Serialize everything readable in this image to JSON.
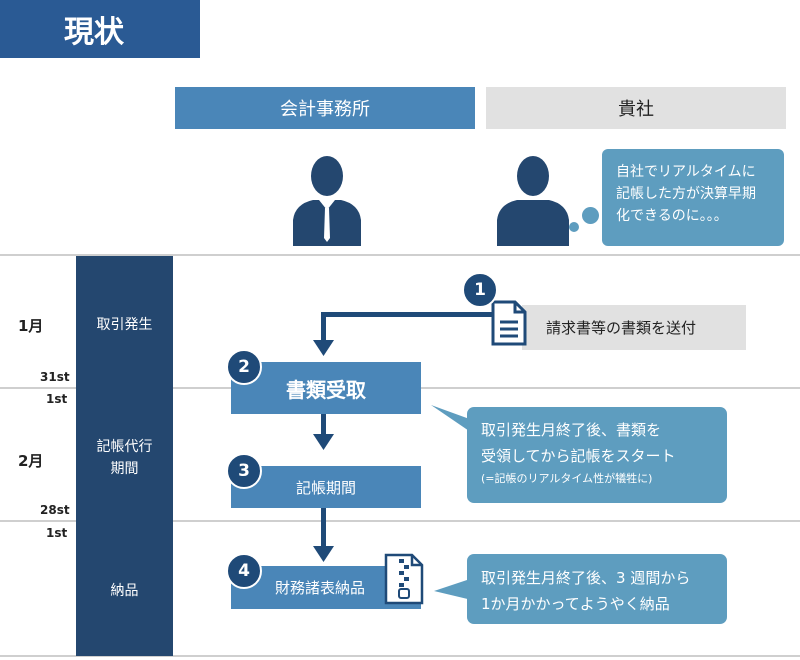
{
  "title": "現状",
  "columns": {
    "firm": "会計事務所",
    "client": "貴社"
  },
  "thought_bubble": {
    "lines": [
      "自社でリアルタイムに",
      "記帳した方が決算早期",
      "化できるのに。。。"
    ]
  },
  "phases": [
    {
      "month": "1月",
      "label": "取引発生",
      "end_day": "31st"
    },
    {
      "month": "2月",
      "label_lines": [
        "記帳代行",
        "期間"
      ],
      "start_day": "1st",
      "end_day": "28st"
    },
    {
      "label": "納品",
      "start_day": "1st"
    }
  ],
  "steps": [
    {
      "num": "1",
      "label": "請求書等の書類を送付"
    },
    {
      "num": "2",
      "label": "書類受取"
    },
    {
      "num": "3",
      "label": "記帳期間"
    },
    {
      "num": "4",
      "label": "財務諸表納品"
    }
  ],
  "callouts": {
    "c1": {
      "line1": "取引発生月終了後、書類を",
      "line2": "受領してから記帳をスタート",
      "line3": "(=記帳のリアルタイム性が犠牲に)"
    },
    "c2": {
      "line1": "取引発生月終了後、3 週間から",
      "line2": "1か月かかってようやく納品"
    }
  },
  "colors": {
    "dark_navy": "#24476f",
    "mid_blue": "#4a86b8",
    "light_blue": "#5e9dbf",
    "title_blue": "#2a5a94",
    "gray": "#e1e1e1"
  }
}
